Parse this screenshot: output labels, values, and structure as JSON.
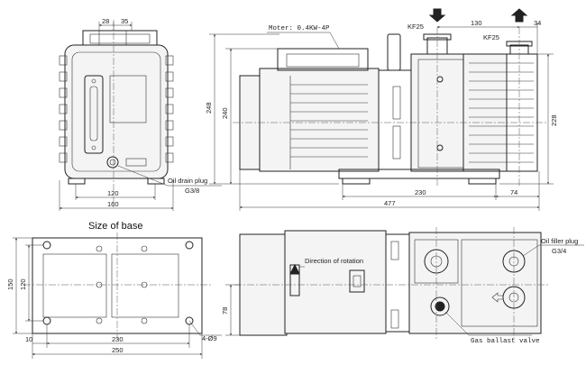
{
  "labels": {
    "motor": "Moter: 0.4KW-4P",
    "kf25_inlet": "KF25",
    "kf25_outlet": "KF25",
    "oil_drain_plug": "Oil drain plug",
    "oil_drain_thread": "G3/8",
    "size_of_base": "Size of base",
    "direction_of_rotation": "Direction of rotation",
    "oil_filler_plug": "Oil filler plug",
    "oil_filler_thread": "G3/4",
    "gas_ballast_valve": "Gas ballast valve",
    "hole_spec": "4-Ø9"
  },
  "dimensions": {
    "front_top_a": "28",
    "front_top_b": "35",
    "front_width_inner": "120",
    "front_width_outer": "160",
    "side_height_248": "248",
    "side_height_240": "240",
    "side_height_228": "228",
    "side_top_130": "130",
    "side_top_34": "34",
    "side_bottom_230": "230",
    "side_bottom_74": "74",
    "side_total_477": "477",
    "base_side_150": "150",
    "base_side_120": "120",
    "base_bottom_10": "10",
    "base_bottom_230": "230",
    "base_bottom_250": "250",
    "top_side_78": "78"
  }
}
